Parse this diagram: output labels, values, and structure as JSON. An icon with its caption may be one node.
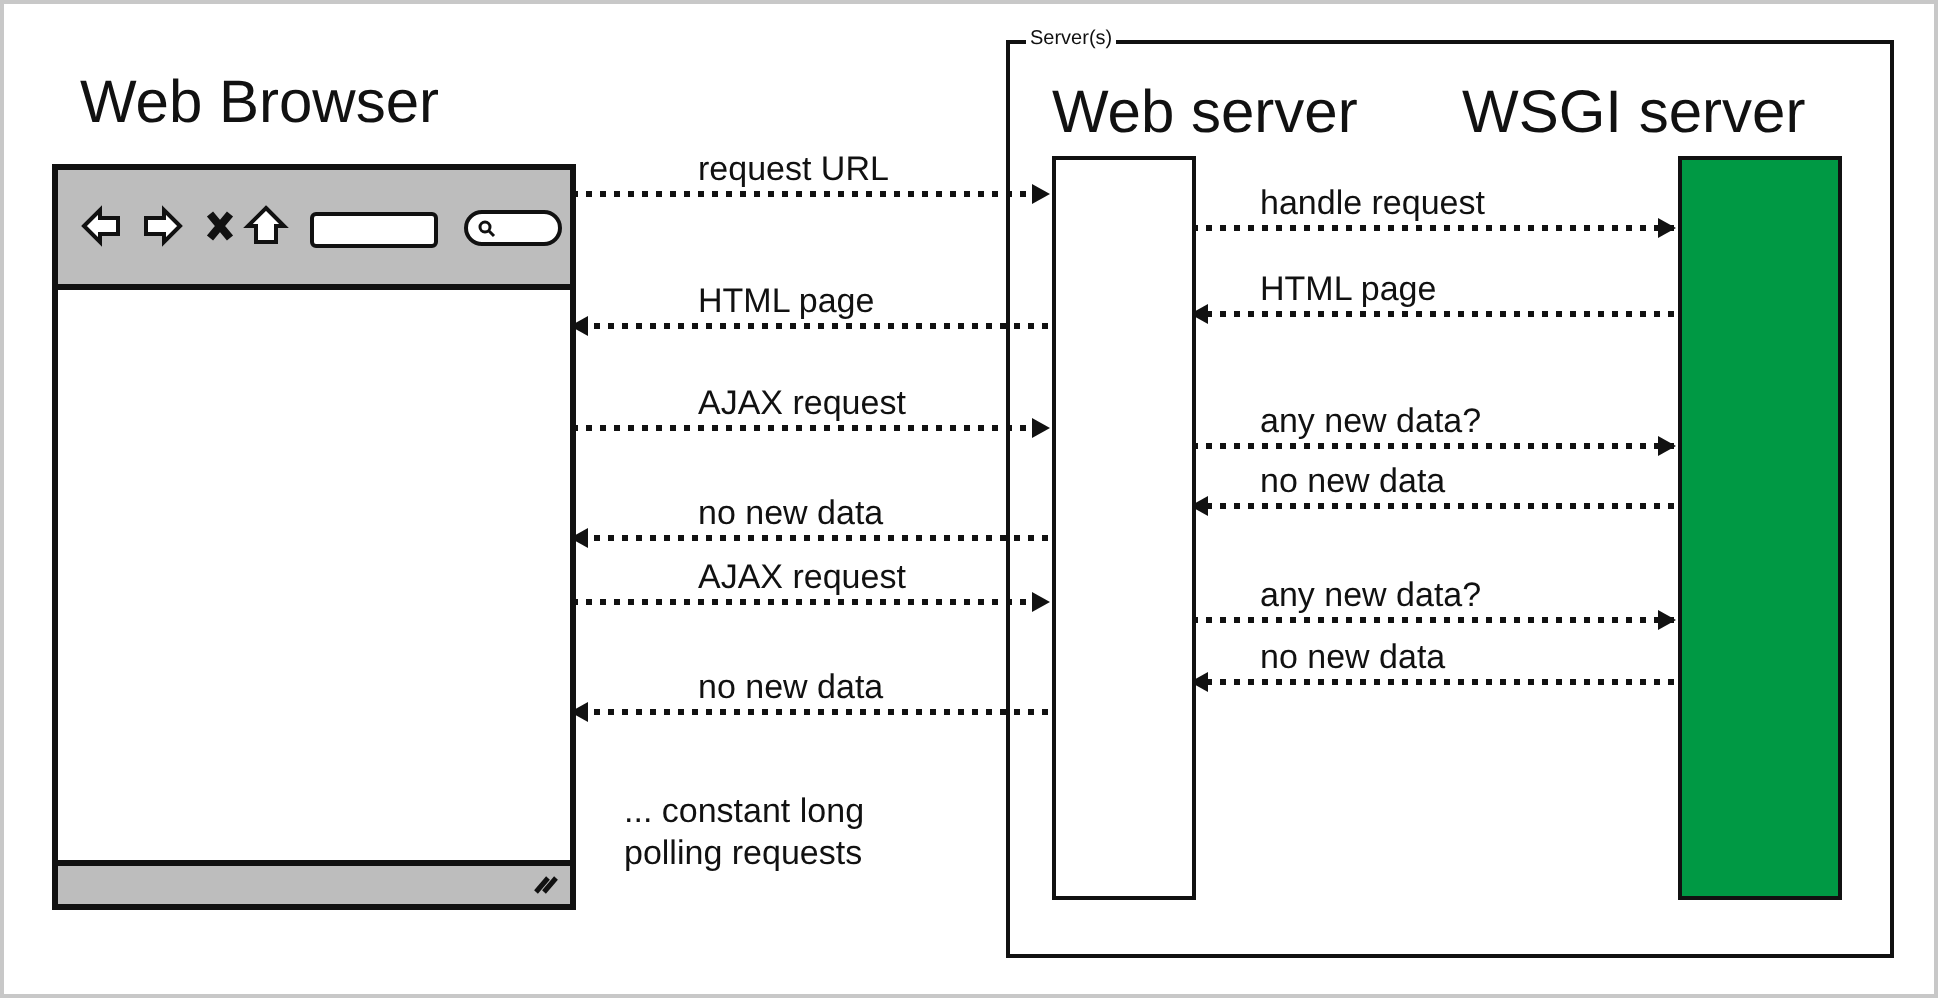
{
  "diagram": {
    "nodes": [
      {
        "text": [
          "Web Browser"
        ]
      },
      {
        "text": [
          "Server(s)"
        ]
      },
      {
        "text": [
          "Web server"
        ],
        "in": 1
      },
      {
        "text": [
          "WSGI server"
        ],
        "in": 1
      }
    ],
    "edges": [
      {
        "from": 0,
        "to": 2,
        "arrow": "to",
        "label": "request URL"
      },
      {
        "from": 2,
        "to": 3,
        "arrow": "to",
        "label": "handle request"
      },
      {
        "from": 2,
        "to": 0,
        "arrow": "to",
        "label": "HTML page"
      },
      {
        "from": 3,
        "to": 2,
        "arrow": "to",
        "label": "HTML page"
      },
      {
        "from": 0,
        "to": 2,
        "arrow": "to",
        "label": "AJAX request"
      },
      {
        "from": 2,
        "to": 3,
        "arrow": "to",
        "label": "any new data?"
      },
      {
        "from": 3,
        "to": 2,
        "arrow": "to",
        "label": "no new data"
      },
      {
        "from": 2,
        "to": 0,
        "arrow": "to",
        "label": "no new data"
      },
      {
        "from": 0,
        "to": 2,
        "arrow": "to",
        "label": "AJAX request"
      },
      {
        "from": 2,
        "to": 3,
        "arrow": "to",
        "label": "any new data?"
      },
      {
        "from": 3,
        "to": 2,
        "arrow": "to",
        "label": "no new data"
      },
      {
        "from": 2,
        "to": 0,
        "arrow": "to",
        "label": "no new data"
      }
    ],
    "labels": [
      "... constant long polling requests"
    ]
  }
}
